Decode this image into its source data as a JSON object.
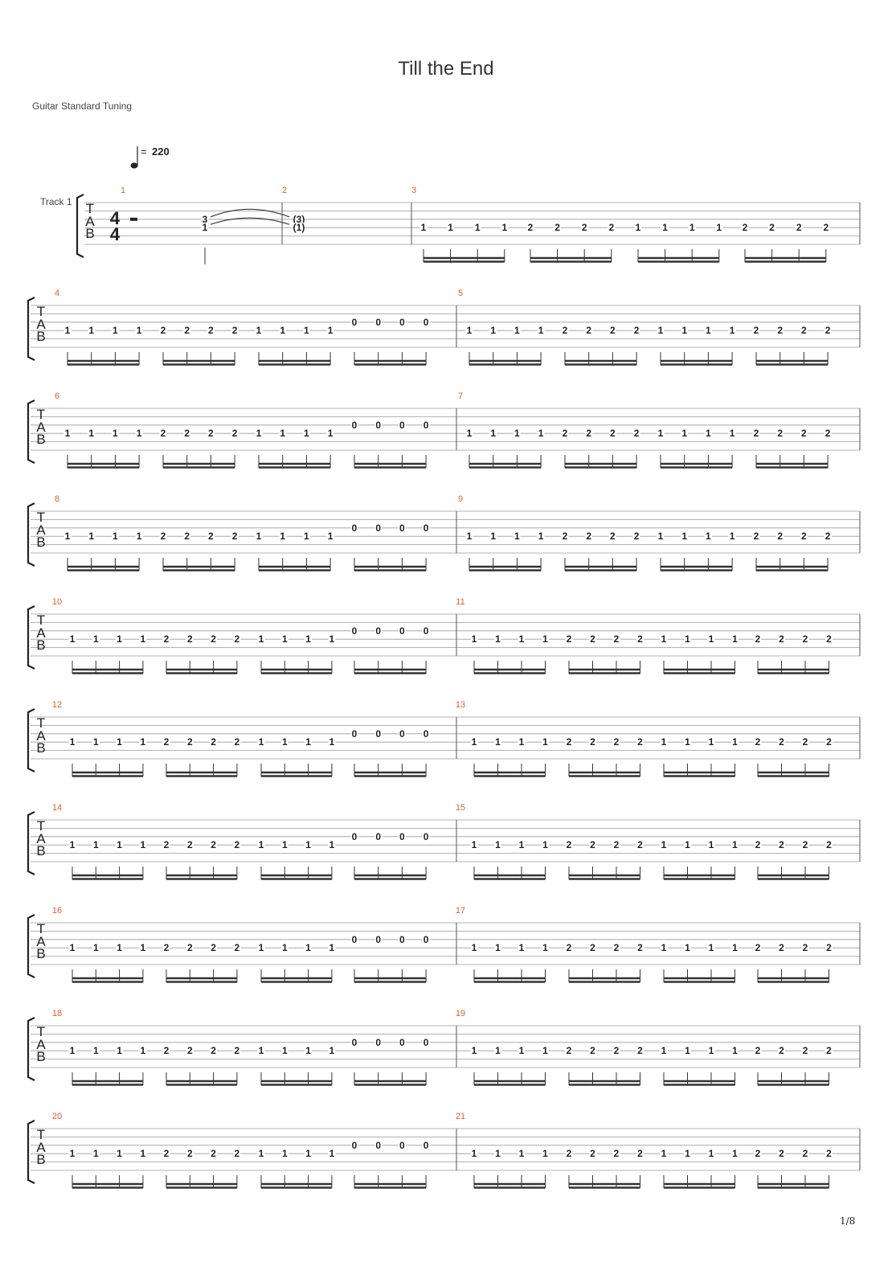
{
  "title": "Till the End",
  "tuning": "Guitar Standard Tuning",
  "tempo": {
    "bpm": "220"
  },
  "track_label": "Track 1",
  "time_signature": {
    "top": "4",
    "bottom": "4"
  },
  "clef_letters": [
    "T",
    "A",
    "B"
  ],
  "page_number": "1/8",
  "intro": {
    "measure1": {
      "number": "1",
      "notes": [
        {
          "string": 3,
          "fret": "3"
        },
        {
          "string": 4,
          "fret": "1"
        }
      ]
    },
    "measure2": {
      "number": "2",
      "tied_notes": [
        {
          "string": 3,
          "fret": "(3)"
        },
        {
          "string": 4,
          "fret": "(1)"
        }
      ]
    },
    "measure3": {
      "number": "3",
      "groups": [
        {
          "string": 4,
          "frets": [
            "1",
            "1",
            "1",
            "1"
          ]
        },
        {
          "string": 4,
          "frets": [
            "2",
            "2",
            "2",
            "2"
          ]
        },
        {
          "string": 4,
          "frets": [
            "1",
            "1",
            "1",
            "1"
          ]
        },
        {
          "string": 4,
          "frets": [
            "2",
            "2",
            "2",
            "2"
          ]
        }
      ]
    }
  },
  "riff_a": [
    {
      "string": 4,
      "frets": [
        "1",
        "1",
        "1",
        "1"
      ]
    },
    {
      "string": 4,
      "frets": [
        "2",
        "2",
        "2",
        "2"
      ]
    },
    {
      "string": 4,
      "frets": [
        "1",
        "1",
        "1",
        "1"
      ]
    },
    {
      "string": 3,
      "frets": [
        "0",
        "0",
        "0",
        "0"
      ]
    }
  ],
  "riff_b": [
    {
      "string": 4,
      "frets": [
        "1",
        "1",
        "1",
        "1"
      ]
    },
    {
      "string": 4,
      "frets": [
        "2",
        "2",
        "2",
        "2"
      ]
    },
    {
      "string": 4,
      "frets": [
        "1",
        "1",
        "1",
        "1"
      ]
    },
    {
      "string": 4,
      "frets": [
        "2",
        "2",
        "2",
        "2"
      ]
    }
  ],
  "systems": [
    {
      "measures": [
        "4",
        "5"
      ]
    },
    {
      "measures": [
        "6",
        "7"
      ]
    },
    {
      "measures": [
        "8",
        "9"
      ]
    },
    {
      "measures": [
        "10",
        "11"
      ]
    },
    {
      "measures": [
        "12",
        "13"
      ]
    },
    {
      "measures": [
        "14",
        "15"
      ]
    },
    {
      "measures": [
        "16",
        "17"
      ]
    },
    {
      "measures": [
        "18",
        "19"
      ]
    },
    {
      "measures": [
        "20",
        "21"
      ]
    }
  ]
}
